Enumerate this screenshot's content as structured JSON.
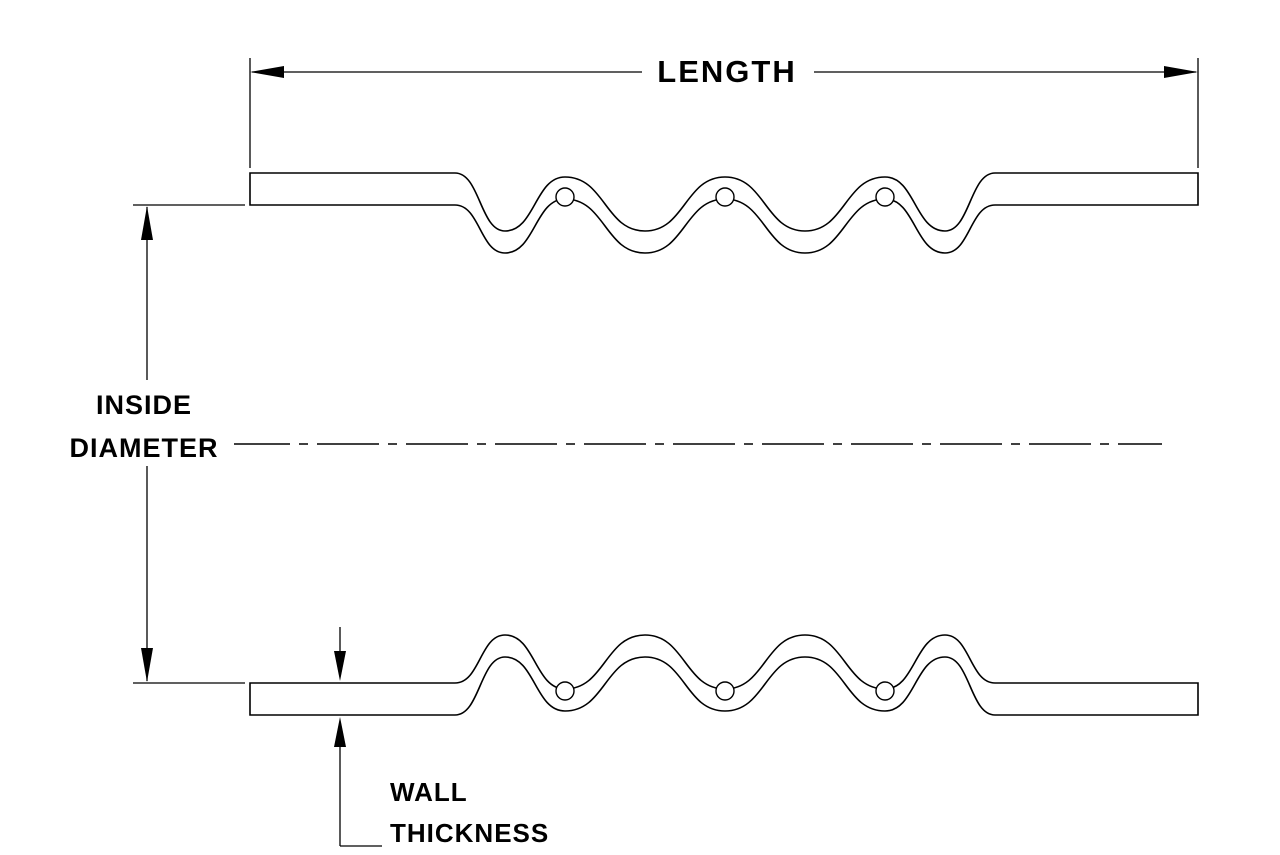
{
  "drawing": {
    "type": "hose-coupler-cross-section",
    "colors": {
      "line": "#000000",
      "background": "#ffffff"
    }
  },
  "labels": {
    "length": "LENGTH",
    "inside_diameter_line1": "INSIDE",
    "inside_diameter_line2": "DIAMETER",
    "wall_thickness_line1": "WALL",
    "wall_thickness_line2": "THICKNESS"
  }
}
